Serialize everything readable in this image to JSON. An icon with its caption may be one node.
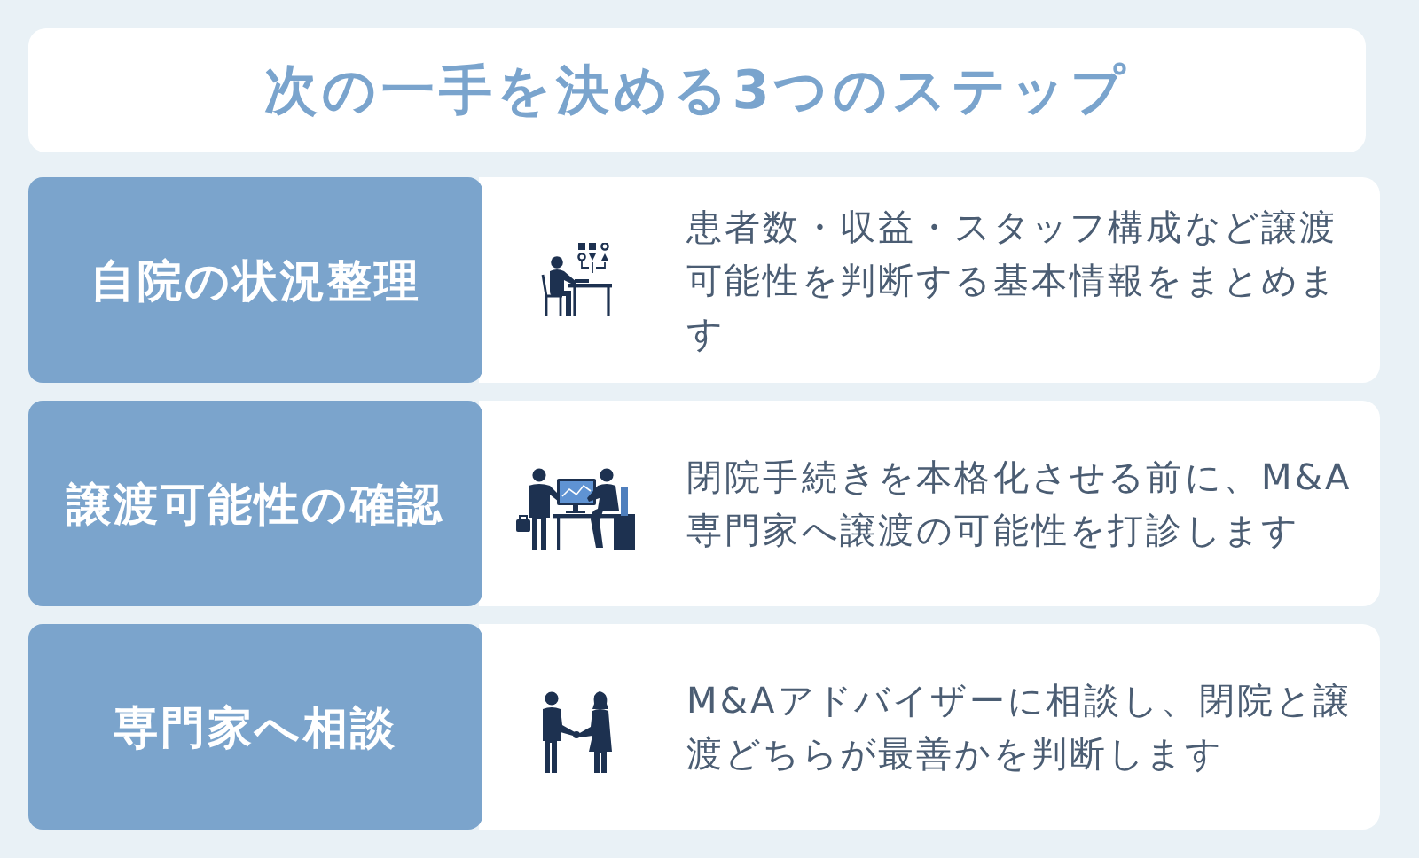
{
  "diagram": {
    "title": "次の一手を決める3つのステップ",
    "nodes": [
      {
        "text": [
          "自院の状況整理"
        ]
      },
      {
        "text": [
          "患者数・収益・スタッフ構成など譲渡可能性を判断する基本情報をまとめます"
        ]
      },
      {
        "text": [
          "譲渡可能性の確認"
        ]
      },
      {
        "text": [
          "閉院手続きを本格化させる前に、M&A専門家へ譲渡の可能性を打診します"
        ]
      },
      {
        "text": [
          "専門家へ相談"
        ]
      },
      {
        "text": [
          "M&Aアドバイザーに相談し、閉院と譲渡どちらが最善かを判断します"
        ]
      }
    ],
    "edges": []
  }
}
